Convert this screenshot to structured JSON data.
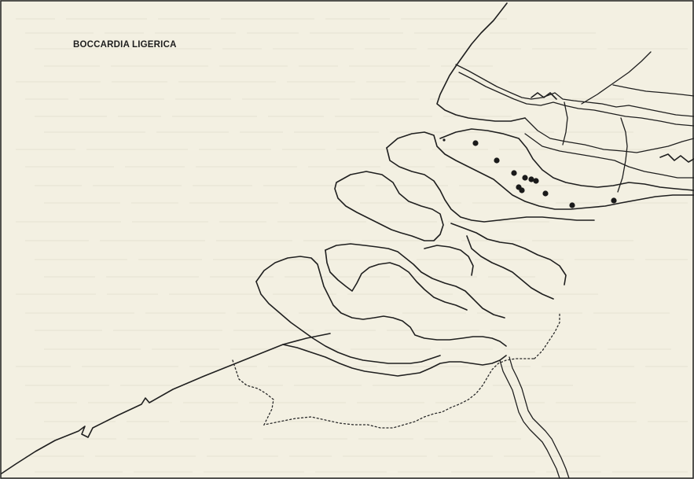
{
  "map": {
    "title": "BOCCARDIA LIGERICA",
    "records": [
      {
        "id": 1
      },
      {
        "id": 2
      },
      {
        "id": 3
      },
      {
        "id": 4
      },
      {
        "id": 5
      },
      {
        "id": 6
      },
      {
        "id": 7
      },
      {
        "id": 8
      },
      {
        "id": 9
      },
      {
        "id": 10
      },
      {
        "id": 11
      },
      {
        "id": 12
      }
    ],
    "colors": {
      "paper": "#f3f0e2",
      "ink": "#1f1f1f"
    }
  }
}
